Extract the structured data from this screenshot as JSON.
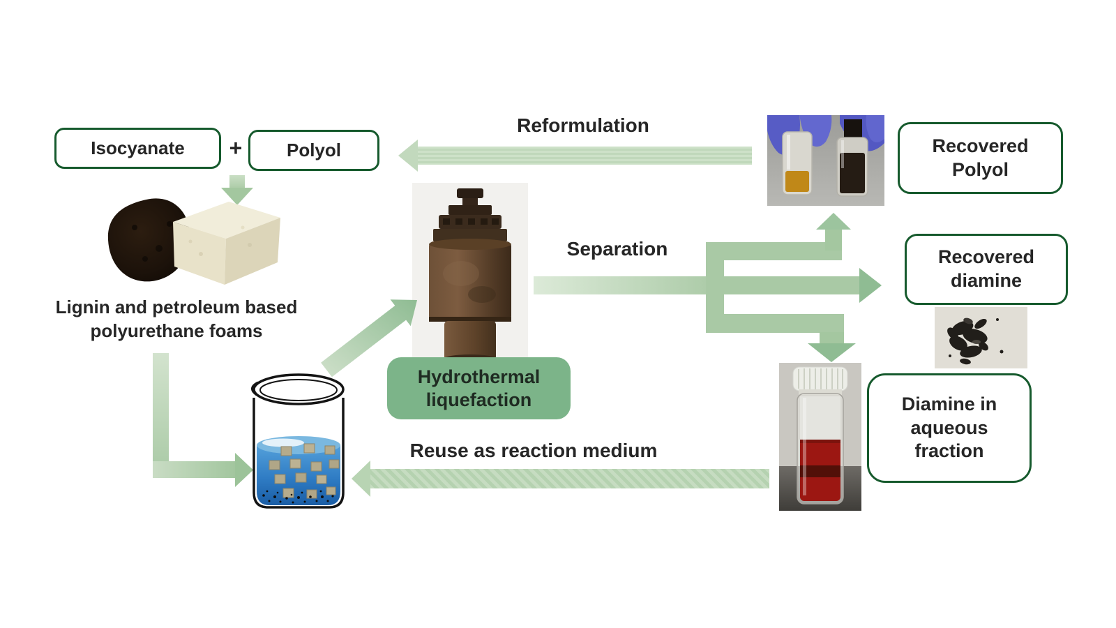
{
  "nodes": {
    "isocyanate": "Isocyanate",
    "plus": "+",
    "polyol": "Polyol",
    "foams_caption": "Lignin and petroleum based\npolyurethane foams",
    "hydrothermal_badge": "Hydrothermal\nliquefaction",
    "recovered_polyol": "Recovered\nPolyol",
    "recovered_diamine": "Recovered\ndiamine",
    "diamine_aqueous": "Diamine in\naqueous\nfraction"
  },
  "flows": {
    "reformulation": "Reformulation",
    "separation": "Separation",
    "reuse": "Reuse as reaction medium"
  },
  "colors": {
    "box_border_green": "#165a2d",
    "badge_green": "#7cb489",
    "arrow_green": "#a9c9a5",
    "arrow_green_dark": "#8fbc93",
    "arrow_green_light": "#cde1c8",
    "text": "#262626",
    "beaker_liquid_blue": "#3f8fd0",
    "aqueous_red": "#9c1712",
    "glove_blue": "#575cc5",
    "polyol_amber": "#c08818"
  }
}
